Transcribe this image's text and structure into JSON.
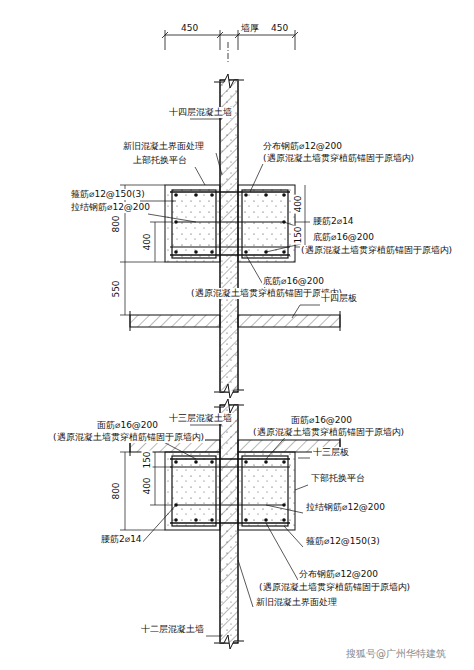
{
  "diagram": {
    "labels": [
      "450",
      "墙厚",
      "450",
      "十四层混凝土墙",
      "新旧混凝土界面处理",
      "上部托换平台",
      "分布钢筋⌀12@200",
      "(遇原混凝土墙贯穿植筋锚固于原墙内)",
      "箍筋⌀12@150(3)",
      "拉结钢筋⌀12@200",
      "腰筋2⌀14",
      "底筋⌀16@200",
      "(遇原混凝土墙贯穿植筋锚固于原墙内)",
      "底筋⌀16@200",
      "(遇原混凝土墙贯穿植筋锚固于原墙内)",
      "十四层板",
      "800",
      "400",
      "550",
      "400",
      "150",
      "十三层混凝土墙",
      "面筋⌀16@200",
      "(遇原混凝土墙贯穿植筋锚固于原墙内)",
      "面筋⌀16@200",
      "(遇原混凝土墙贯穿植筋锚固于原墙内)",
      "十三层板",
      "下部托换平台",
      "150",
      "400",
      "800",
      "拉结钢筋⌀12@200",
      "腰筋2⌀14",
      "箍筋⌀12@150(3)",
      "分布钢筋⌀12@200",
      "(遇原混凝土墙贯穿植筋锚固于原墙内)",
      "新旧混凝土界面处理",
      "十二层混凝土墙",
      "搜狐号@广州华特建筑"
    ]
  }
}
